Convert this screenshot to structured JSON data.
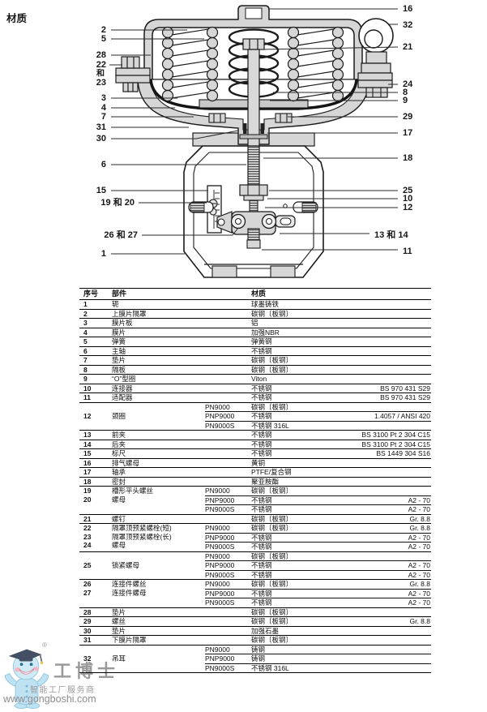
{
  "page": {
    "title": "材质"
  },
  "colors": {
    "diagram_fill": "#d6d6d6",
    "diagram_line": "#1b1b1b",
    "table_line": "#000000",
    "watermark_gray": "#9a9a9a",
    "mascot_blue": "#bfe2f2"
  },
  "diagram": {
    "callouts_left": [
      "2",
      "5",
      "28",
      "22",
      "和",
      "23",
      "3",
      "4",
      "7",
      "31",
      "30",
      "6",
      "15",
      "19 和 20",
      "26 和 27",
      "1"
    ],
    "callouts_right": [
      "16",
      "32",
      "21",
      "24",
      "8",
      "9",
      "29",
      "17",
      "18",
      "25",
      "10",
      "12",
      "13 和 14",
      "11"
    ]
  },
  "table": {
    "headers": {
      "no": "序号",
      "part": "部件",
      "material": "材质"
    },
    "rows": [
      {
        "nos": [
          "1"
        ],
        "parts": [
          "轭"
        ],
        "entries": [
          {
            "code": "",
            "material": "球墨铸铁",
            "spec": ""
          }
        ]
      },
      {
        "nos": [
          "2"
        ],
        "parts": [
          "上膜片隔罩"
        ],
        "entries": [
          {
            "code": "",
            "material": "碳钢〔板钢〕",
            "spec": ""
          }
        ]
      },
      {
        "nos": [
          "3"
        ],
        "parts": [
          "膜片板"
        ],
        "entries": [
          {
            "code": "",
            "material": "铝",
            "spec": ""
          }
        ]
      },
      {
        "nos": [
          "4"
        ],
        "parts": [
          "膜片"
        ],
        "entries": [
          {
            "code": "",
            "material": "加强NBR",
            "spec": ""
          }
        ]
      },
      {
        "nos": [
          "5"
        ],
        "parts": [
          "弹簧"
        ],
        "entries": [
          {
            "code": "",
            "material": "弹簧钢",
            "spec": ""
          }
        ]
      },
      {
        "nos": [
          "6"
        ],
        "parts": [
          "主轴"
        ],
        "entries": [
          {
            "code": "",
            "material": "不锈钢",
            "spec": ""
          }
        ]
      },
      {
        "nos": [
          "7"
        ],
        "parts": [
          "垫片"
        ],
        "entries": [
          {
            "code": "",
            "material": "碳钢〔板钢〕",
            "spec": ""
          }
        ]
      },
      {
        "nos": [
          "8"
        ],
        "parts": [
          "隔板"
        ],
        "entries": [
          {
            "code": "",
            "material": "碳钢〔板钢〕",
            "spec": ""
          }
        ]
      },
      {
        "nos": [
          "9"
        ],
        "parts": [
          "“O”型圈"
        ],
        "entries": [
          {
            "code": "",
            "material": "Viton",
            "spec": ""
          }
        ]
      },
      {
        "nos": [
          "10"
        ],
        "parts": [
          "连接器"
        ],
        "entries": [
          {
            "code": "",
            "material": "不锈钢",
            "spec": "BS 970 431 S29"
          }
        ]
      },
      {
        "nos": [
          "11"
        ],
        "parts": [
          "适配器"
        ],
        "entries": [
          {
            "code": "",
            "material": "不锈钢",
            "spec": "BS 970 431 S29"
          }
        ]
      },
      {
        "nos": [
          "12"
        ],
        "parts": [
          "颈圈"
        ],
        "entries": [
          {
            "code": "PN9000",
            "material": "碳钢〔板钢〕",
            "spec": ""
          },
          {
            "code": "PNP9000",
            "material": "不锈钢",
            "spec": "1.4057 / ANSI 420"
          },
          {
            "code": "PN9000S",
            "material": "不锈钢 316L",
            "spec": ""
          }
        ]
      },
      {
        "nos": [
          "13"
        ],
        "parts": [
          "前夹"
        ],
        "entries": [
          {
            "code": "",
            "material": "不锈钢",
            "spec": "BS 3100 Pt 2 304 C15"
          }
        ]
      },
      {
        "nos": [
          "14"
        ],
        "parts": [
          "后夹"
        ],
        "entries": [
          {
            "code": "",
            "material": "不锈钢",
            "spec": "BS 3100 Pt 2 304 C15"
          }
        ]
      },
      {
        "nos": [
          "15"
        ],
        "parts": [
          "标尺"
        ],
        "entries": [
          {
            "code": "",
            "material": "不锈钢",
            "spec": "BS 1449 304 S16"
          }
        ]
      },
      {
        "nos": [
          "16"
        ],
        "parts": [
          "排气螺母"
        ],
        "entries": [
          {
            "code": "",
            "material": "黄铜",
            "spec": ""
          }
        ]
      },
      {
        "nos": [
          "17"
        ],
        "parts": [
          "轴承"
        ],
        "entries": [
          {
            "code": "",
            "material": "PTFE/复合钢",
            "spec": ""
          }
        ]
      },
      {
        "nos": [
          "18"
        ],
        "parts": [
          "密封"
        ],
        "entries": [
          {
            "code": "",
            "material": "聚亚胺酯",
            "spec": ""
          }
        ]
      },
      {
        "nos": [
          "19",
          "20"
        ],
        "parts": [
          "槽形平头螺丝",
          "螺母"
        ],
        "entries": [
          {
            "code": "PN9000",
            "material": "碳钢〔板钢〕",
            "spec": ""
          },
          {
            "code": "PNP9000",
            "material": "不锈钢",
            "spec": "A2 - 70"
          },
          {
            "code": "PN9000S",
            "material": "不锈钢",
            "spec": "A2 - 70"
          }
        ]
      },
      {
        "nos": [
          "21"
        ],
        "parts": [
          "螺钉"
        ],
        "entries": [
          {
            "code": "",
            "material": "碳钢〔板钢〕",
            "spec": "Gr. 8.8"
          }
        ]
      },
      {
        "nos": [
          "22",
          "23",
          "24"
        ],
        "parts": [
          "隔罩顶预紧螺栓(短)",
          "隔罩顶预紧螺栓(长)",
          "螺母"
        ],
        "entries": [
          {
            "code": "PN9000",
            "material": "碳钢〔板钢〕",
            "spec": "Gr. 8.8"
          },
          {
            "code": "PNP9000",
            "material": "不锈钢",
            "spec": "A2 - 70"
          },
          {
            "code": "PN9000S",
            "material": "不锈钢",
            "spec": "A2 - 70"
          }
        ]
      },
      {
        "nos": [
          "25"
        ],
        "parts": [
          "锁紧螺母"
        ],
        "entries": [
          {
            "code": "PN9000",
            "material": "碳钢〔板钢〕",
            "spec": ""
          },
          {
            "code": "PNP9000",
            "material": "不锈钢",
            "spec": "A2 - 70"
          },
          {
            "code": "PN9000S",
            "material": "不锈钢",
            "spec": "A2 - 70"
          }
        ]
      },
      {
        "nos": [
          "26",
          "27"
        ],
        "parts": [
          "连接件螺丝",
          "连接件螺母"
        ],
        "entries": [
          {
            "code": "PN9000",
            "material": "碳钢〔板钢〕",
            "spec": "Gr. 8.8"
          },
          {
            "code": "PNP9000",
            "material": "不锈钢",
            "spec": "A2 - 70"
          },
          {
            "code": "PN9000S",
            "material": "不锈钢",
            "spec": "A2 - 70"
          }
        ]
      },
      {
        "nos": [
          "28"
        ],
        "parts": [
          "垫片"
        ],
        "entries": [
          {
            "code": "",
            "material": "碳钢〔板钢〕",
            "spec": ""
          }
        ]
      },
      {
        "nos": [
          "29"
        ],
        "parts": [
          "螺丝"
        ],
        "entries": [
          {
            "code": "",
            "material": "碳钢〔板钢〕",
            "spec": "Gr. 8.8"
          }
        ]
      },
      {
        "nos": [
          "30"
        ],
        "parts": [
          "垫片"
        ],
        "entries": [
          {
            "code": "",
            "material": "加强石墨",
            "spec": ""
          }
        ]
      },
      {
        "nos": [
          "31"
        ],
        "parts": [
          "下膜片隔罩"
        ],
        "entries": [
          {
            "code": "",
            "material": "碳钢〔板钢〕",
            "spec": ""
          }
        ]
      },
      {
        "nos": [
          "32"
        ],
        "parts": [
          "吊耳"
        ],
        "entries": [
          {
            "code": "PN9000",
            "material": "铸钢",
            "spec": ""
          },
          {
            "code": "PNP9000",
            "material": "铸钢",
            "spec": ""
          },
          {
            "code": "PN9000S",
            "material": "不锈钢 316L",
            "spec": ""
          }
        ]
      }
    ]
  },
  "watermark": {
    "brand": "工博士",
    "registered": "®",
    "tagline": "智能工厂服务商",
    "website": "www.gongboshi.com"
  }
}
